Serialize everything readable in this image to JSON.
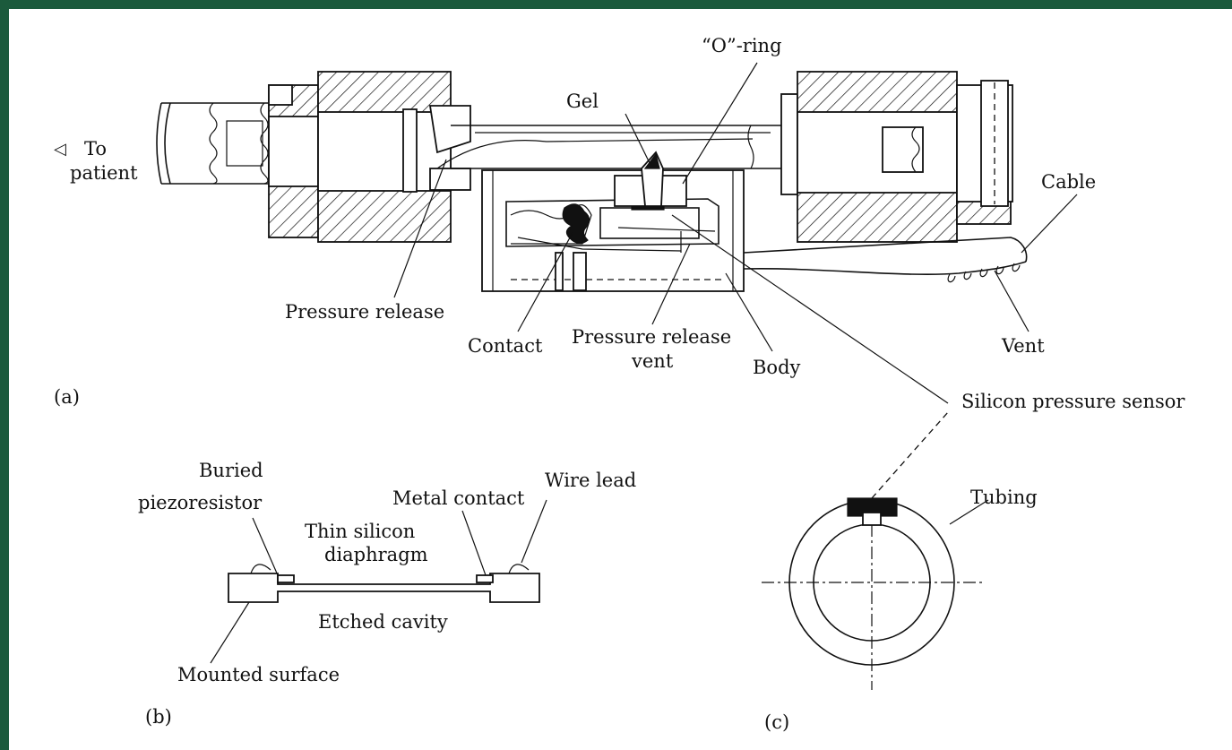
{
  "figure": {
    "panel_a": {
      "tag": "(a)",
      "labels": {
        "to": "To",
        "patient": "patient",
        "o_ring": "“O”-ring",
        "gel": "Gel",
        "cable": "Cable",
        "pressure_release": "Pressure release",
        "contact": "Contact",
        "pressure_release_vent_1": "Pressure release",
        "pressure_release_vent_2": "vent",
        "body": "Body",
        "vent": "Vent",
        "silicon_pressure_sensor": "Silicon pressure sensor"
      }
    },
    "panel_b": {
      "tag": "(b)",
      "labels": {
        "buried_1": "Buried",
        "buried_2": "piezoresistor",
        "metal_contact": "Metal contact",
        "wire_lead": "Wire lead",
        "thin_1": "Thin silicon",
        "thin_2": "diaphragm",
        "etched_cavity": "Etched cavity",
        "mounted_surface": "Mounted surface"
      }
    },
    "panel_c": {
      "tag": "(c)",
      "labels": {
        "tubing": "Tubing"
      }
    }
  }
}
